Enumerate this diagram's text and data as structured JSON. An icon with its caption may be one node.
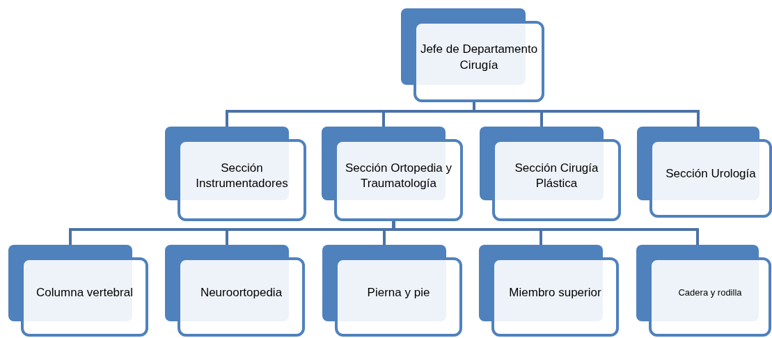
{
  "diagram": {
    "nodes": [
      {
        "text": [
          "Jefe de Departamento Cirugía"
        ]
      },
      {
        "text": [
          "Sección Instrumentadores"
        ]
      },
      {
        "text": [
          "Sección Ortopedia y Traumatología"
        ]
      },
      {
        "text": [
          "Sección Cirugía Plástica"
        ]
      },
      {
        "text": [
          "Sección Urología"
        ]
      },
      {
        "text": [
          "Columna vertebral"
        ]
      },
      {
        "text": [
          "Neuroortopedia"
        ]
      },
      {
        "text": [
          "Pierna y pie"
        ]
      },
      {
        "text": [
          "Miembro superior"
        ]
      },
      {
        "text": [
          "Cadera y rodilla"
        ]
      }
    ],
    "edges": [
      {
        "from": 0,
        "to": 1,
        "arrow": "none"
      },
      {
        "from": 0,
        "to": 2,
        "arrow": "none"
      },
      {
        "from": 0,
        "to": 3,
        "arrow": "none"
      },
      {
        "from": 0,
        "to": 4,
        "arrow": "none"
      },
      {
        "from": 2,
        "to": 5,
        "arrow": "none"
      },
      {
        "from": 2,
        "to": 6,
        "arrow": "none"
      },
      {
        "from": 2,
        "to": 7,
        "arrow": "none"
      },
      {
        "from": 2,
        "to": 8,
        "arrow": "none"
      },
      {
        "from": 2,
        "to": 9,
        "arrow": "none"
      }
    ]
  }
}
